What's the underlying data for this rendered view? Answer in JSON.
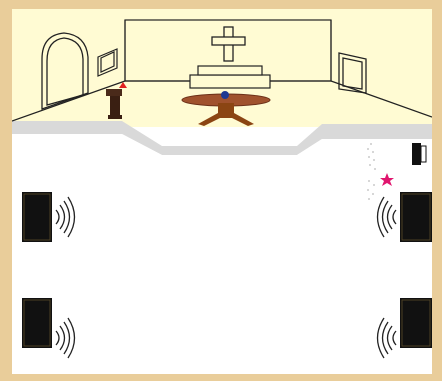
{
  "scene": {
    "name": "chapel-room-layout",
    "colors": {
      "frame": "#e9cd9a",
      "wall": "#fffbd3",
      "floor": "#ffffff",
      "edge": "#d9d9d9",
      "line": "#222222",
      "table_wood": "#a0522d",
      "marker_blue": "#1f3a93",
      "marker_red": "#e02020",
      "listener_star": "#e0156e"
    },
    "icons": {
      "cross": "cross-icon",
      "table": "table-icon",
      "lectern": "lectern-icon",
      "window": "arched-window-icon",
      "door": "door-icon",
      "speaker": "speaker-icon",
      "sound": "sound-waves-icon",
      "listener": "star-icon"
    },
    "speakers": [
      {
        "id": "front-left",
        "facing": "right"
      },
      {
        "id": "front-right",
        "facing": "left"
      },
      {
        "id": "rear-left",
        "facing": "right"
      },
      {
        "id": "rear-right",
        "facing": "left"
      }
    ]
  }
}
